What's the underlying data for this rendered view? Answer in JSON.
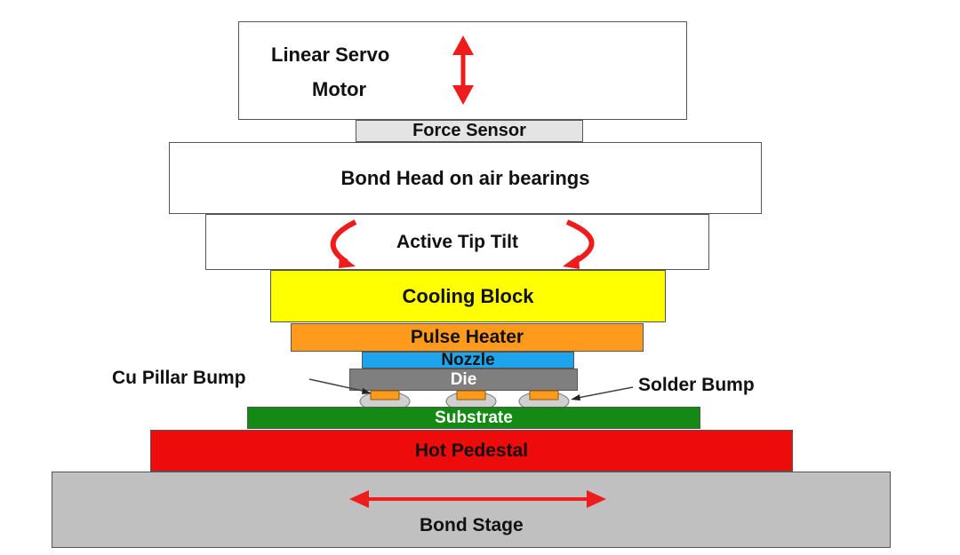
{
  "components": {
    "motor_line1": "Linear Servo",
    "motor_line2": "Motor",
    "force_sensor": "Force Sensor",
    "bond_head": "Bond Head on air bearings",
    "active_tip_tilt": "Active Tip Tilt",
    "cooling_block": "Cooling Block",
    "pulse_heater": "Pulse Heater",
    "nozzle": "Nozzle",
    "die": "Die",
    "substrate": "Substrate",
    "hot_pedestal": "Hot Pedestal",
    "bond_stage": "Bond Stage"
  },
  "callouts": {
    "cu_pillar_bump": "Cu Pillar Bump",
    "solder_bump": "Solder Bump"
  },
  "colors": {
    "arrow": "#ee1c1c",
    "cooling_block": "#ffff00",
    "pulse_heater": "#ff9a1c",
    "nozzle": "#1ea4ea",
    "die": "#7f7f7f",
    "substrate": "#138a13",
    "hot_pedestal": "#ee0b0b",
    "bond_stage": "#c0c0c0",
    "force_sensor": "#e4e4e4"
  }
}
